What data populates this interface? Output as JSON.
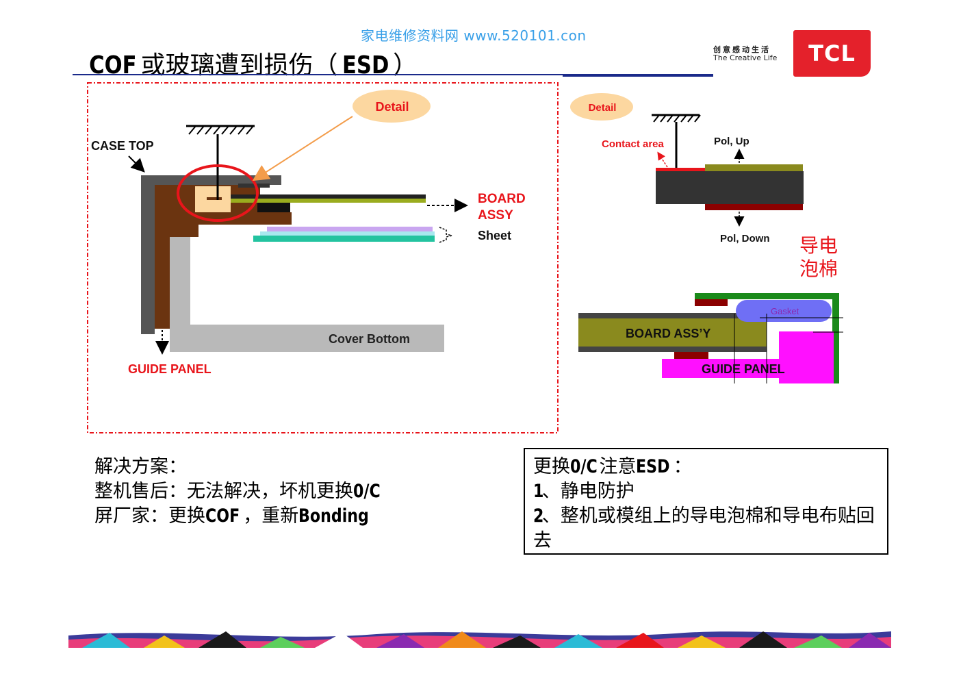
{
  "watermark": "家电维修资料网   www.520101.con",
  "title": {
    "prefix": "COF",
    "middle": "或玻璃遭到损伤（",
    "esd": "ESD",
    "suffix": "）"
  },
  "brand": {
    "slogan_cn": "创意感动生活",
    "slogan_en": "The Creative Life",
    "logo": "TCL",
    "logo_color": "#e4212b"
  },
  "left_diagram": {
    "detail": "Detail",
    "case_top": "CASE TOP",
    "board_line1": "BOARD",
    "board_line2": "ASSY",
    "sheet": "Sheet",
    "cover_bottom": "Cover Bottom",
    "guide_panel": "GUIDE PANEL"
  },
  "right_top": {
    "detail": "Detail",
    "contact_area": "Contact area",
    "pol_up": "Pol, Up",
    "pol_down": "Pol, Down"
  },
  "foam_label_line1": "导电",
  "foam_label_line2": "泡棉",
  "right_bottom": {
    "gasket": "Gasket",
    "board": "BOARD ASS’Y",
    "guide_panel": "GUIDE PANEL"
  },
  "solution": {
    "line1": "解决方案：",
    "line2_text": "整机售后：无法解决，坏机更换",
    "line2_bold": "0/C",
    "line3_text": "屏厂家：更换",
    "line3_bold1": "COF",
    "line3_mid": "，重新",
    "line3_bold2": "Bonding"
  },
  "notes": {
    "title_a": "更换",
    "title_b": "0/C",
    "title_c": "注意",
    "title_d": "ESD",
    "title_e": "：",
    "item1_num": "1",
    "item1_text": "、静电防护",
    "item2_num": "2",
    "item2_text": "、整机或模组上的导电泡棉和导电布贴回去"
  },
  "colors": {
    "accent_red": "#e8151b",
    "detail_fill": "#fcd7a0",
    "navy": "#1a2a8a"
  }
}
